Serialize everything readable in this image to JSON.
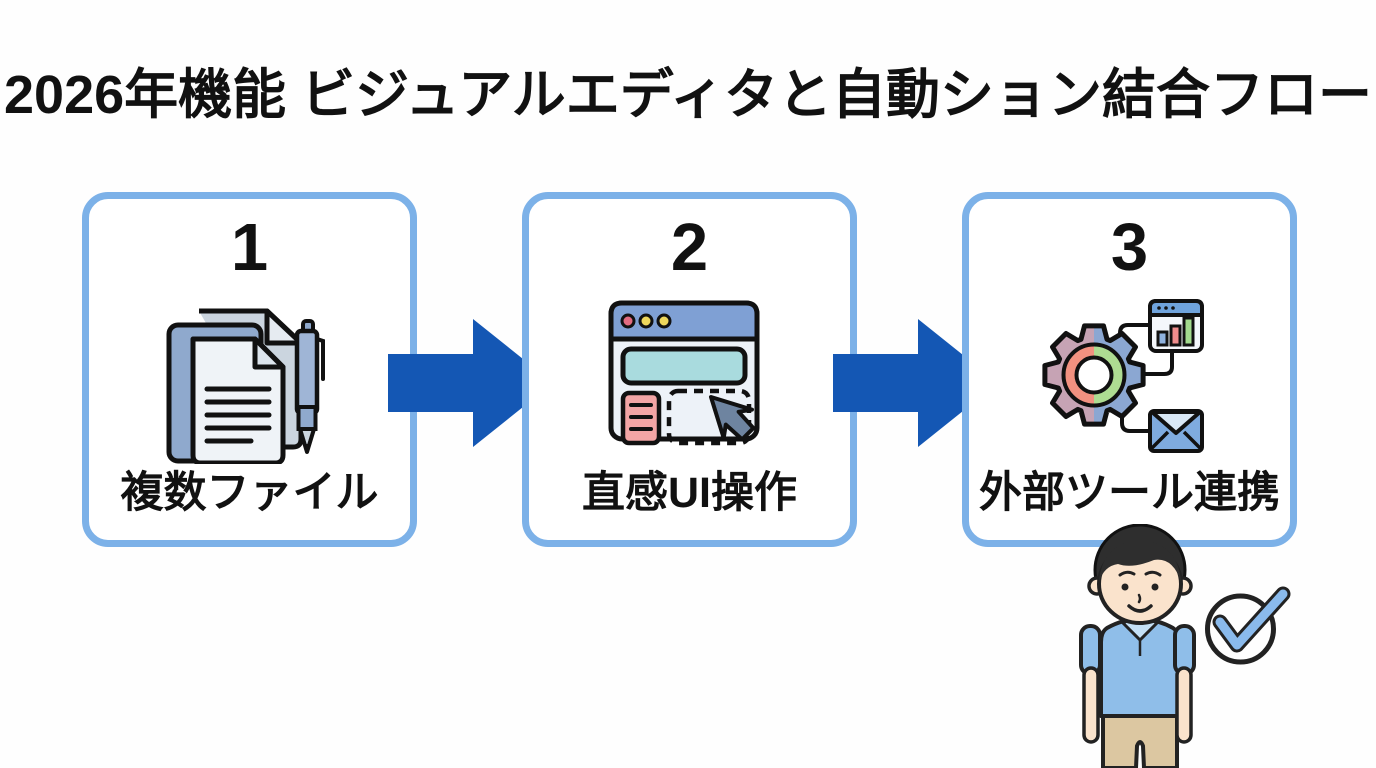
{
  "title": "2026年機能 ビジュアルエディタと自動ション結合フロー",
  "steps": [
    {
      "number": "1",
      "label": "複数ファイル",
      "icon": "documents-pen-icon"
    },
    {
      "number": "2",
      "label": "直感UI操作",
      "icon": "browser-cursor-icon"
    },
    {
      "number": "3",
      "label": "外部ツール連携",
      "icon": "gear-chart-mail-icon"
    }
  ],
  "connectors": [
    {
      "icon": "arrow-right-icon"
    },
    {
      "icon": "arrow-right-icon"
    }
  ],
  "decorations": {
    "person": "man-blue-shirt-illustration",
    "badge": "check-circle-icon"
  },
  "colors": {
    "background": "#FEFEFE",
    "title_text": "#111111",
    "card_border": "#7CB1E8",
    "arrow_blue": "#1457B4",
    "doc_blue": "#8FA9CD",
    "browser_bar_blue": "#7FA0D4",
    "search_teal": "#A9DBDE",
    "panel_pink": "#F3A5A5",
    "cursor_slate": "#6E84A0",
    "gear_mauve": "#C6A3B4",
    "gear_blue": "#8BA7D2",
    "ring_salmon": "#F29180",
    "ring_green": "#AEDC92",
    "mail_blue": "#7FABDF",
    "shirt_blue": "#8FBEE9",
    "pants_tan": "#DCC7A1",
    "skin": "#FAE3CC",
    "check_blue": "#8ABAEC"
  }
}
